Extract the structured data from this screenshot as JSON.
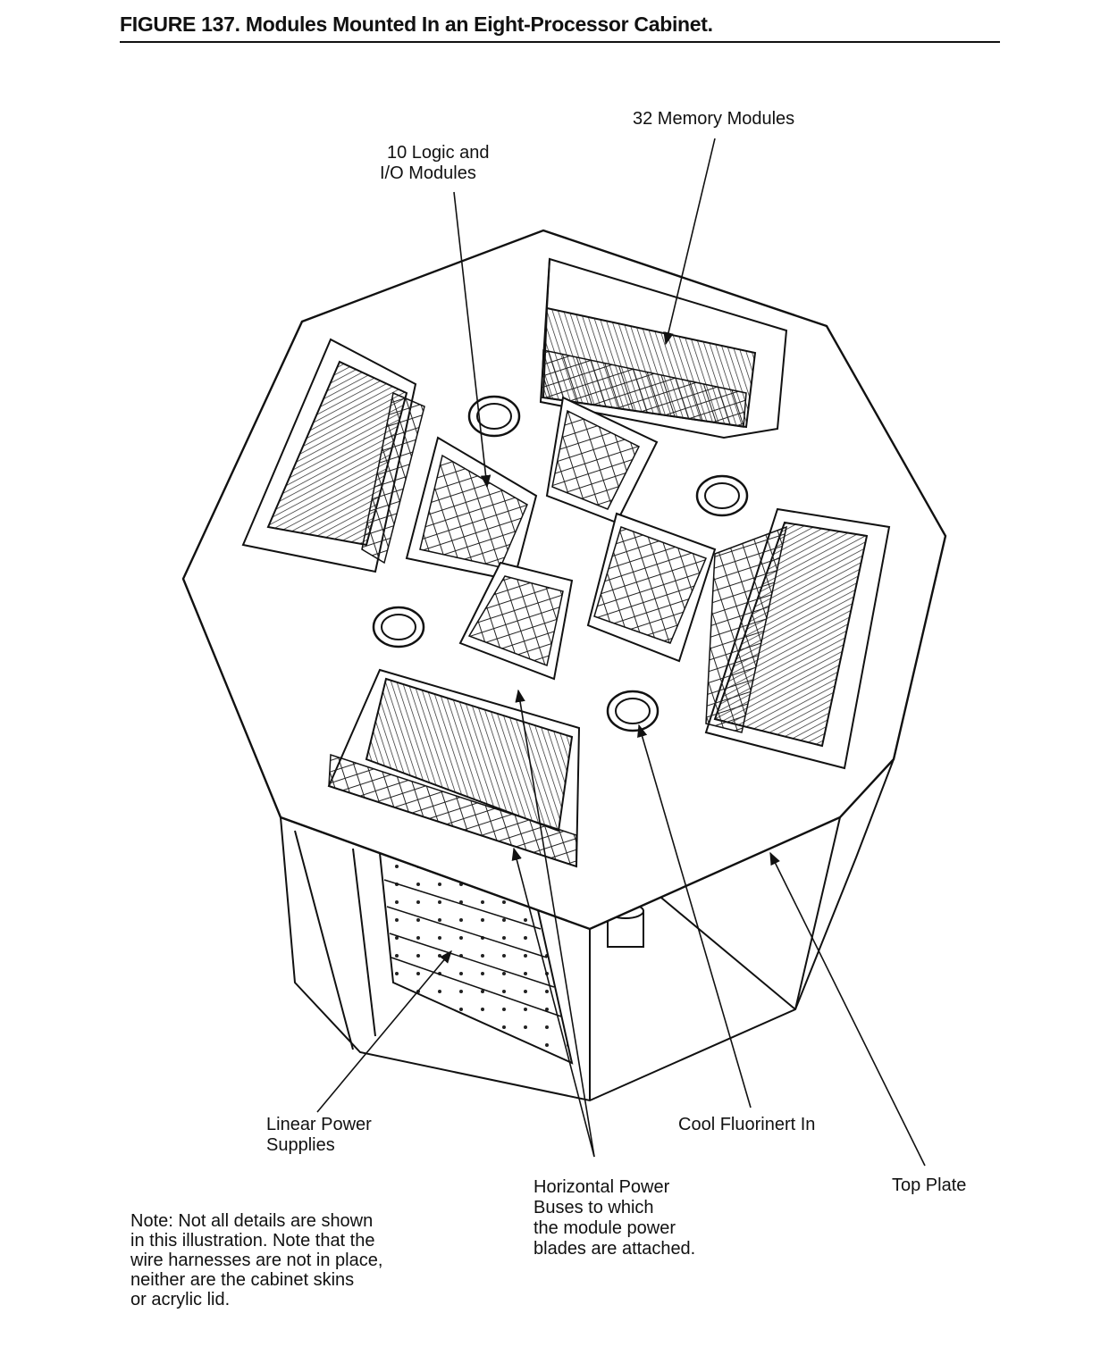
{
  "figure": {
    "title": "FIGURE  137. Modules Mounted In an Eight-Processor Cabinet."
  },
  "labels": {
    "memory_modules": "32 Memory Modules",
    "logic_io_line1": "10 Logic and",
    "logic_io_line2": "I/O Modules",
    "linear_power_line1": "Linear Power",
    "linear_power_line2": "Supplies",
    "cool_fluorinert": "Cool Fluorinert In",
    "top_plate": "Top Plate",
    "horizontal_power_line1": "Horizontal Power",
    "horizontal_power_line2": "Buses to which",
    "horizontal_power_line3": "the module power",
    "horizontal_power_line4": "blades are attached."
  },
  "note": {
    "line1": "Note: Not all details are shown",
    "line2": "in this illustration. Note that the",
    "line3": "wire harnesses are not in place,",
    "line4": "neither are the cabinet skins",
    "line5": "or acrylic lid."
  }
}
